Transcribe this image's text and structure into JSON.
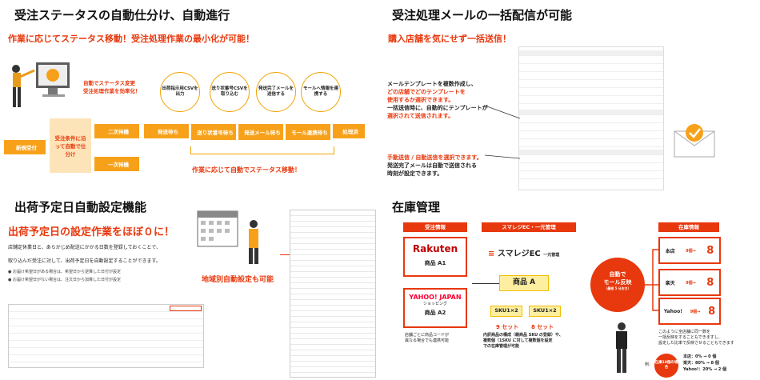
{
  "q1": {
    "title": "受注ステータスの自動仕分け、自動進行",
    "subtitle": "作業に応じてステータス移動！受注処理作業の最小化が可能！",
    "callout_l1": "自動でステータス変更",
    "callout_l2": "受注処理作業を効率化！",
    "flow": [
      "新規受付",
      "受注条件に沿って自動で仕分け",
      "二次待機",
      "一次待機",
      "発送待ち",
      "送り状番号待ち",
      "発送メール待ち",
      "モール連携待ち",
      "処理済"
    ],
    "bubbles": [
      "出荷指示用CSVを出力",
      "送り状番号CSVを取り込む",
      "発送完了メールを送信する",
      "モールへ情報を連携する"
    ],
    "footer": "作業に応じて自動でステータス移動！"
  },
  "q2": {
    "title": "受注処理メールの一括配信が可能",
    "subtitle": "購入店舗を気にせず一括送信！",
    "p1": [
      "メールテンプレートを複数作成し、",
      "どの店舗でどのテンプレートを",
      "使用するか選択できます。",
      "一括送信時に、自動的にテンプレートが",
      "選択されて送信されます。"
    ],
    "p2": [
      "手動送信 / 自動送信を選択できます。",
      "発送完了メールは自動で送信される",
      "時刻が設定できます。"
    ]
  },
  "q3": {
    "title": "出荷予定日自動設定機能",
    "subtitle": "出荷予定日の設定作業をほぼ０に！",
    "p1": "店舗定休業日と、あらかじめ配送にかかる日数を登録しておくことで、",
    "p2": "取り込んだ受注に対して、出荷予定日を自動設定することができます。",
    "b1": "● お届け希望日がある場合は、希望日から逆算した日付が設定",
    "b2": "● お届け希望日がない場合は、注文日から加算した日付が設定",
    "region": "地域別自動設定も可能"
  },
  "q4": {
    "title": "在庫管理",
    "h_order": "受注情報",
    "h_ec": "スマレジEC・一元管理",
    "h_stock": "在庫情報",
    "rakuten": "Rakuten",
    "item_a1": "商品 A1",
    "yahoo": "YAHOO! JAPAN",
    "shop": "ショッピング",
    "item_a2": "商品 A2",
    "note1": "店舗ごとに商品コードが",
    "note2": "異なる場合でも連携可能",
    "brand": "スマレジEC",
    "brand_sub": "一元管理",
    "product": "商品 A",
    "sku1": "SKU1×2",
    "sku2": "SKU1×2",
    "set1": "9 セット",
    "set2": "8 セット",
    "note3": "内訳商品の構成（親商品 SKU の登録）や、",
    "note4": "複数個（1SKU に対して複数個を設定",
    "note5": "での在庫管理が可能",
    "auto1": "自動で",
    "auto2": "モール反映",
    "auto3": "（最短 5 分おき）",
    "stores": [
      {
        "name": "本店",
        "from": "9個",
        "to": "8"
      },
      {
        "name": "楽天",
        "from": "9個",
        "to": "8"
      },
      {
        "name": "Yahoo!",
        "from": "9個",
        "to": "8"
      }
    ],
    "unit": "個",
    "expl1": "このように全店舗に同一数を",
    "expl2": "一括反映をすることもできますし、",
    "expl3": "設定した比率で反映させることもできます",
    "ex_label": "例：",
    "ex_badge": "在庫10個の場合",
    "ratios": [
      "本店：0% → 0 個",
      "楽天：80% → 8 個",
      "Yahoo!：20% → 2 個"
    ]
  }
}
